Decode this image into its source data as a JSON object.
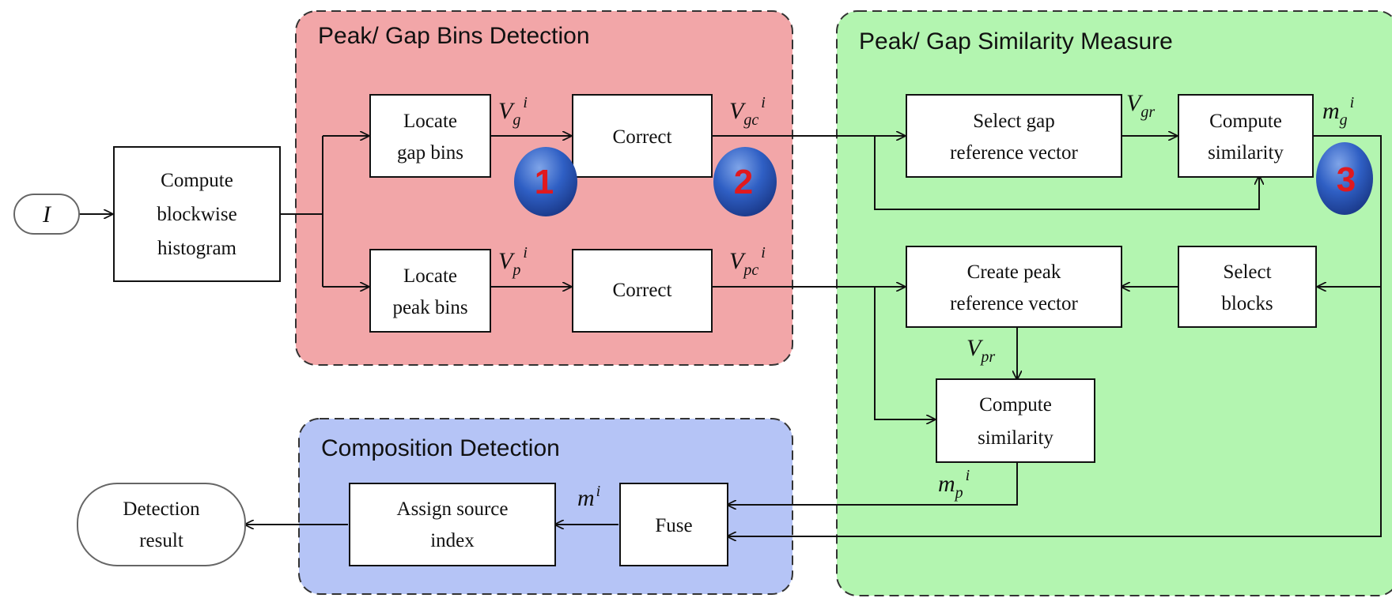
{
  "regions": {
    "peak_gap_bins_detection": {
      "title": "Peak/ Gap Bins Detection",
      "color": "#f2a6a8"
    },
    "peak_gap_similarity_measure": {
      "title": "Peak/ Gap Similarity Measure",
      "color": "#b3f5b0"
    },
    "composition_detection": {
      "title": "Composition Detection",
      "color": "#b5c4f6"
    }
  },
  "nodes": {
    "input": "I",
    "blockwise_histogram": [
      "Compute",
      "blockwise",
      "histogram"
    ],
    "locate_gap_bins": [
      "Locate",
      "gap bins"
    ],
    "correct_gap": "Correct",
    "locate_peak_bins": [
      "Locate",
      "peak bins"
    ],
    "correct_peak": "Correct",
    "select_gap_reference": [
      "Select gap",
      "reference vector"
    ],
    "compute_similarity_gap": [
      "Compute",
      "similarity"
    ],
    "create_peak_reference": [
      "Create peak",
      "reference vector"
    ],
    "select_blocks": [
      "Select",
      "blocks"
    ],
    "compute_similarity_peak": [
      "Compute",
      "similarity"
    ],
    "fuse": "Fuse",
    "assign_source_index": [
      "Assign source",
      "index"
    ],
    "detection_result": [
      "Detection",
      "result"
    ]
  },
  "edge_labels": {
    "vg": {
      "base": "V",
      "sub": "g",
      "sup": "i"
    },
    "vgc": {
      "base": "V",
      "sub": "gc",
      "sup": "i"
    },
    "vp": {
      "base": "V",
      "sub": "p",
      "sup": "i"
    },
    "vpc": {
      "base": "V",
      "sub": "pc",
      "sup": "i"
    },
    "vgr": {
      "base": "V",
      "sub": "gr",
      "sup": ""
    },
    "vpr": {
      "base": "V",
      "sub": "pr",
      "sup": ""
    },
    "mg": {
      "base": "m",
      "sub": "g",
      "sup": "i"
    },
    "mp": {
      "base": "m",
      "sub": "p",
      "sup": "i"
    },
    "m": {
      "base": "m",
      "sub": "",
      "sup": "i"
    }
  },
  "badges": [
    "1",
    "2",
    "3"
  ]
}
